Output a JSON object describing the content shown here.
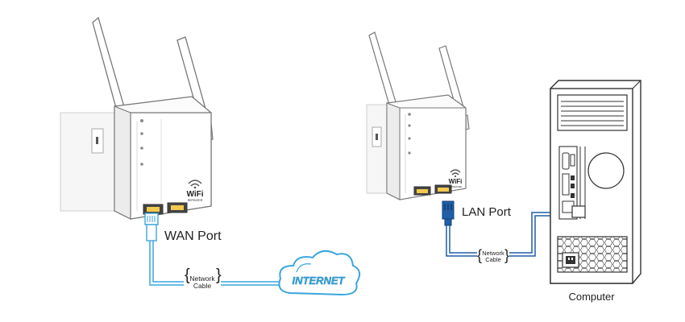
{
  "left_panel": {
    "port_label": "WAN Port",
    "cable_label_line1": "Network",
    "cable_label_line2": "Cable",
    "cloud_label": "INTERNET",
    "device_badge_line1": "WiFi",
    "device_badge_line2": "REPEATER",
    "cable_color": "#3aa6dd"
  },
  "right_panel": {
    "port_label": "LAN Port",
    "cable_label_line1": "Network",
    "cable_label_line2": "Cable",
    "computer_label": "Computer",
    "device_badge_line1": "WiFi",
    "device_badge_line2": "REPEATER",
    "cable_color": "#1f5fa8"
  }
}
